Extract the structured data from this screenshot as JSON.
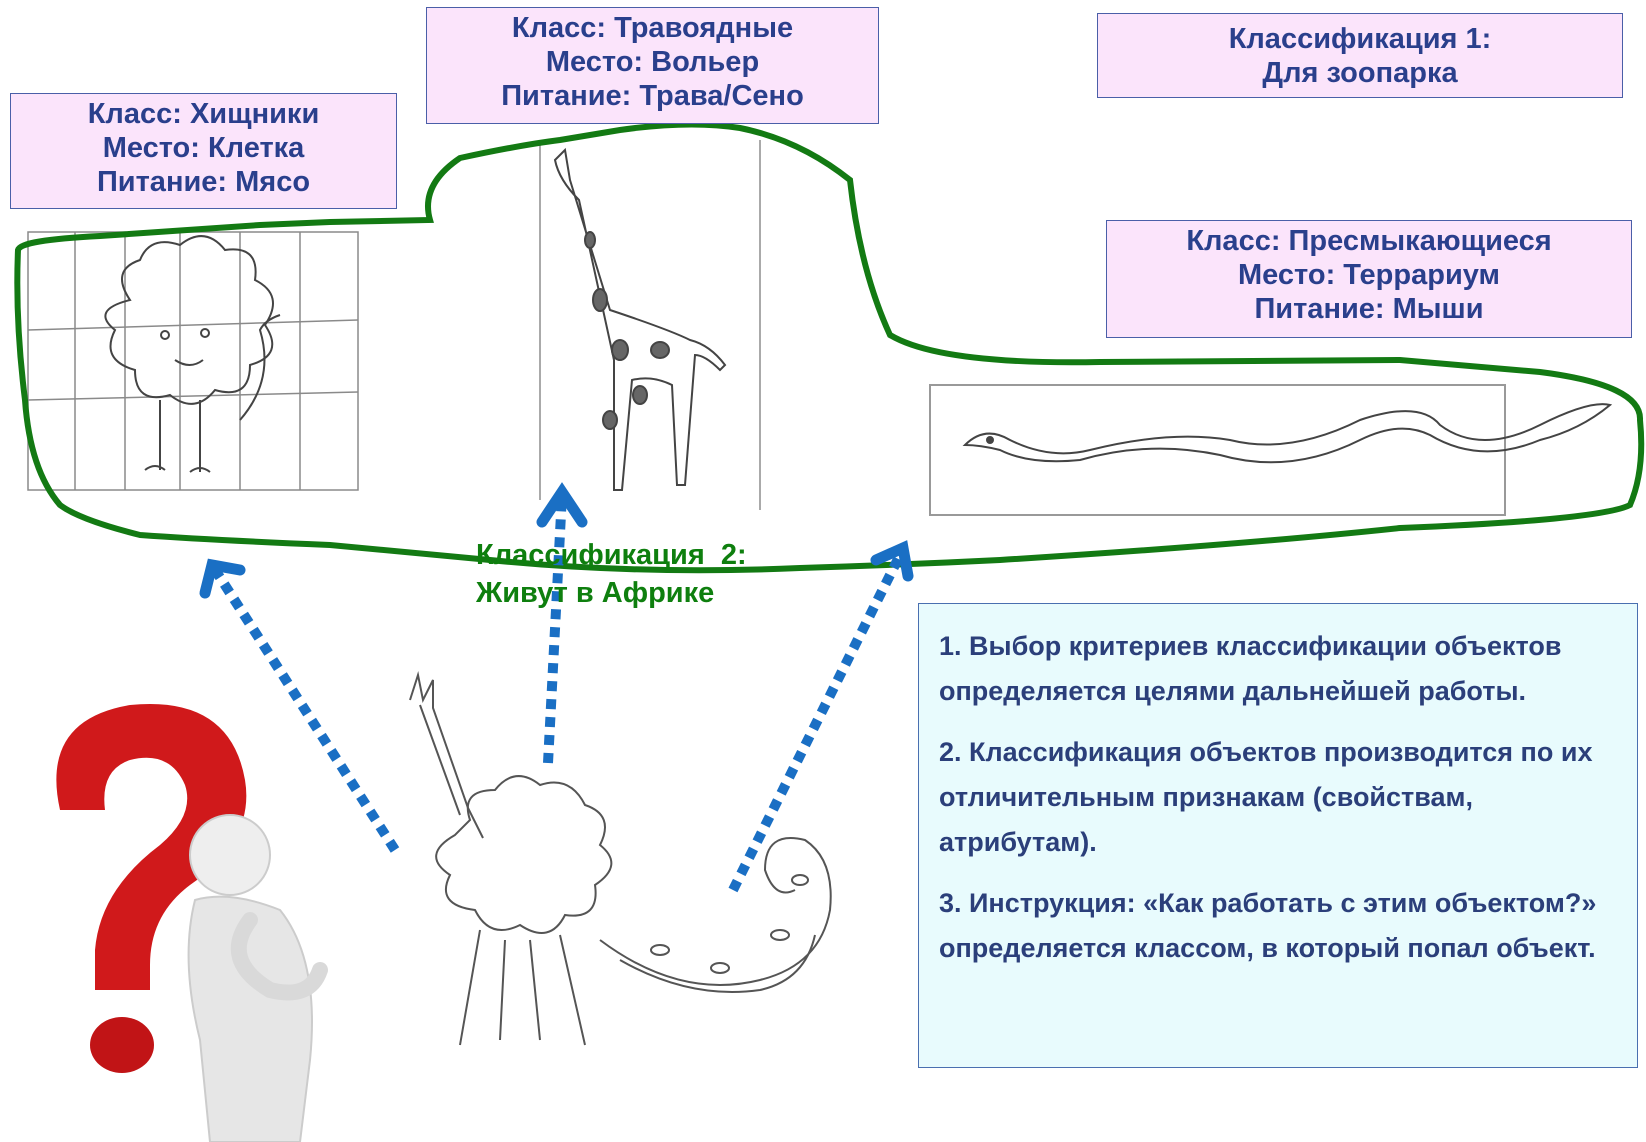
{
  "boxes": {
    "predators": {
      "line1": "Класс: Хищники",
      "line2": "Место: Клетка",
      "line3": "Питание: Мясо"
    },
    "herbivores": {
      "line1": "Класс: Травоядные",
      "line2": "Место: Вольер",
      "line3": "Питание: Трава/Сено"
    },
    "classification1": {
      "line1": "Классификация 1:",
      "line2": "Для зоопарка"
    },
    "reptiles": {
      "line1": "Класс: Пресмыкающиеся",
      "line2": "Место: Террариум",
      "line3": "Питание: Мыши"
    }
  },
  "classification2": {
    "line1": "Классификация  2:",
    "line2": "Живут в Африке"
  },
  "notes": {
    "item1": "1. Выбор критериев классификации объектов определяется целями дальнейшей работы.",
    "item2": "2. Классификация объектов производится по их отличительным признакам (свойствам, атрибутам).",
    "item3": "3. Инструкция: «Как работать с этим объектом?» определяется классом, в который попал объект."
  },
  "colors": {
    "label_fill": "#fbe4fb",
    "label_text": "#2a3f8c",
    "outline_green": "#137a13",
    "arrow_blue": "#1a6fc4",
    "question_red": "#d0191b",
    "note_fill": "#e8fbfd"
  },
  "icons": [
    "lion-sketch",
    "giraffe-sketch",
    "snake-sketch",
    "chimera-sketch",
    "question-mark-figure"
  ]
}
